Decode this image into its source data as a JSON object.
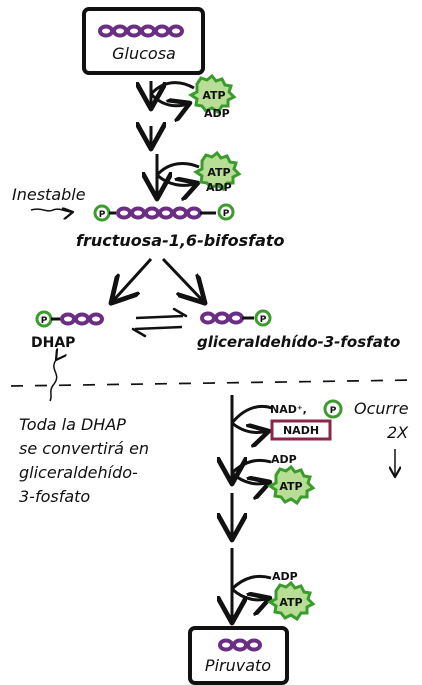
{
  "nodes": {
    "glucose": "Glucosa",
    "fructose_bisphosphate": "fructuosa-1,6-bifosfato",
    "dhap": "DHAP",
    "g3p": "gliceraldehído-3-fosfato",
    "pyruvate": "Piruvato"
  },
  "molecules": {
    "atp": "ATP",
    "adp": "ADP",
    "nad": "NAD⁺,",
    "nadh": "NADH",
    "phosphate": "P"
  },
  "notes": {
    "unstable": "Inestable",
    "dhap_conversion": [
      "Toda la DHAP",
      "se convertirá en",
      "gliceraldehído-",
      "3-fosfato"
    ],
    "occurs": "Ocurre",
    "twice": "2X"
  },
  "colors": {
    "carbon_purple": "#6a2f83",
    "phosphate_green": "#3b9b2d",
    "atp_fill": "#b8de95",
    "nadh_red": "#8a2648",
    "ink": "#111111"
  }
}
